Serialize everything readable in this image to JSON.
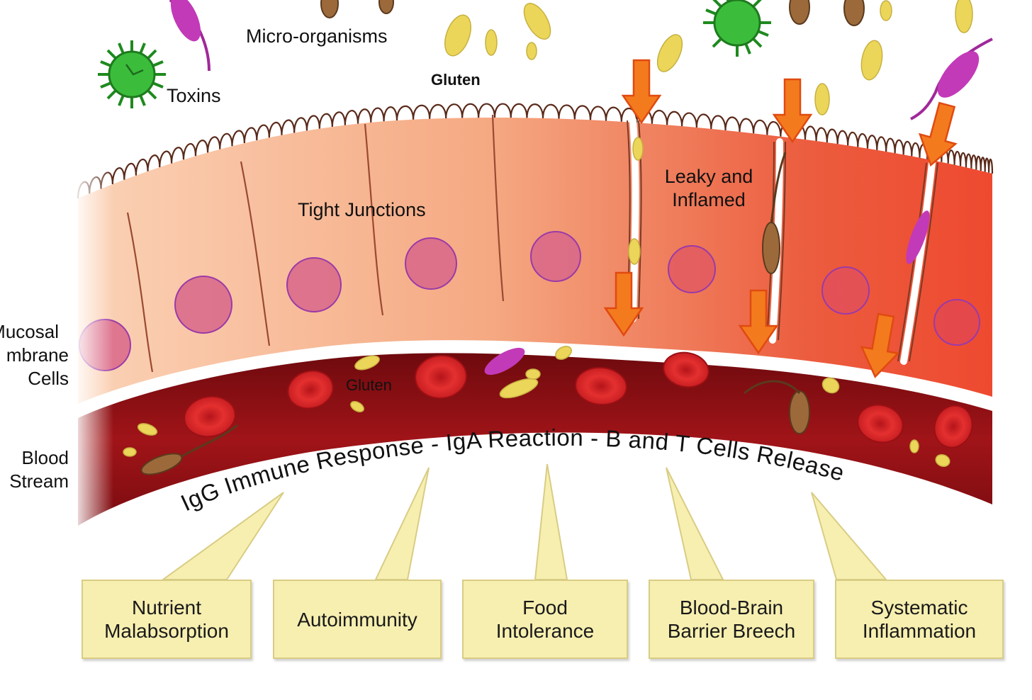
{
  "labels": {
    "micro_organisms": "Micro-organisms",
    "toxins": "Toxins",
    "gluten_top": "Gluten",
    "tight_junctions": "Tight Junctions",
    "leaky_line1": "Leaky and",
    "leaky_line2": "Inflamed",
    "mucosal_line1": "Mucosal",
    "mucosal_line2": "mbrane",
    "mucosal_line3": "Cells",
    "blood_line1": "Blood",
    "blood_line2": "Stream",
    "gluten_blood": "Gluten",
    "immune_response": "IgG Immune Response - IgA Reaction - B and T Cells Release"
  },
  "outcomes": [
    {
      "line1": "Nutrient",
      "line2": "Malabsorption"
    },
    {
      "line1": "Autoimmunity",
      "line2": ""
    },
    {
      "line1": "Food",
      "line2": "Intolerance"
    },
    {
      "line1": "Blood-Brain",
      "line2": "Barrier Breech"
    },
    {
      "line1": "Systematic",
      "line2": "Inflammation"
    }
  ],
  "colors": {
    "healthy_cell": "#f7b896",
    "inflamed_cell": "#ee5a40",
    "nucleus": "#d06080",
    "blood_vessel": "#8e1014",
    "red_blood_cell": "#d8242a",
    "gluten": "#ecd65a",
    "virus": "#3bb53b",
    "arrow": "#f47a1e",
    "callout": "#f7efb0"
  }
}
